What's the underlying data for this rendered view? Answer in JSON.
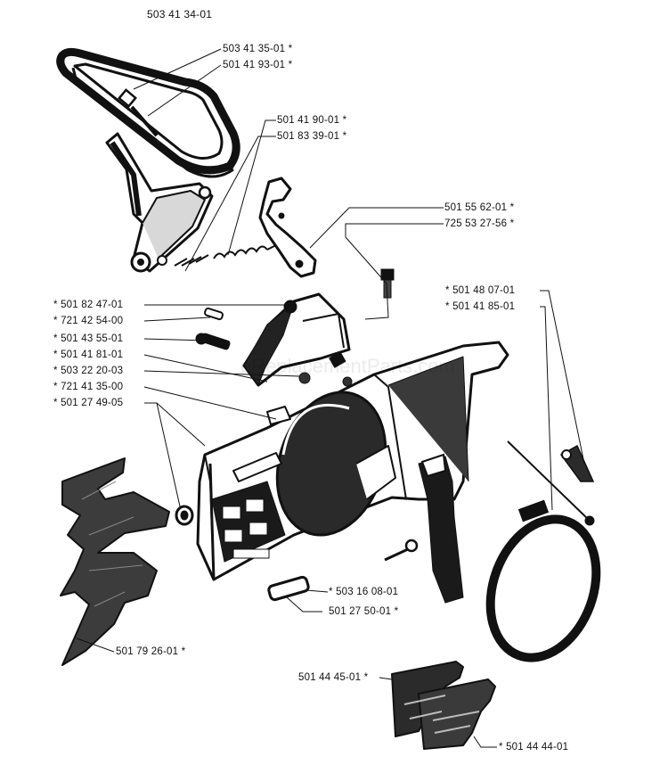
{
  "diagram": {
    "assembly_number": "503 41 34-01",
    "watermark": "eReplacementParts.com"
  },
  "part_labels": [
    {
      "id": "p1",
      "text": "503 41 35-01  *"
    },
    {
      "id": "p2",
      "text": "501 41 93-01  *"
    },
    {
      "id": "p3",
      "text": "501 41 90-01  *"
    },
    {
      "id": "p4",
      "text": "501 83 39-01  *"
    },
    {
      "id": "p5",
      "text": "501 55 62-01  *"
    },
    {
      "id": "p6",
      "text": "725 53 27-56  *"
    },
    {
      "id": "p7",
      "text": "*  501 48 07-01"
    },
    {
      "id": "p8",
      "text": "*  501 41 85-01"
    },
    {
      "id": "p9",
      "text": "*  501 82 47-01"
    },
    {
      "id": "p10",
      "text": "*  721 42 54-00"
    },
    {
      "id": "p11",
      "text": "*  501 43 55-01"
    },
    {
      "id": "p12",
      "text": "*  501 41 81-01"
    },
    {
      "id": "p13",
      "text": "*  503 22 20-03"
    },
    {
      "id": "p14",
      "text": "*  721 41 35-00"
    },
    {
      "id": "p15",
      "text": "*  501 27 49-05"
    },
    {
      "id": "p16",
      "text": "*  503 16 08-01"
    },
    {
      "id": "p17",
      "text": "501 27 50-01  *"
    },
    {
      "id": "p18",
      "text": "501 79 26-01  *"
    },
    {
      "id": "p19",
      "text": "501 44 45-01  *"
    },
    {
      "id": "p20",
      "text": "*  501 44 44-01"
    }
  ]
}
